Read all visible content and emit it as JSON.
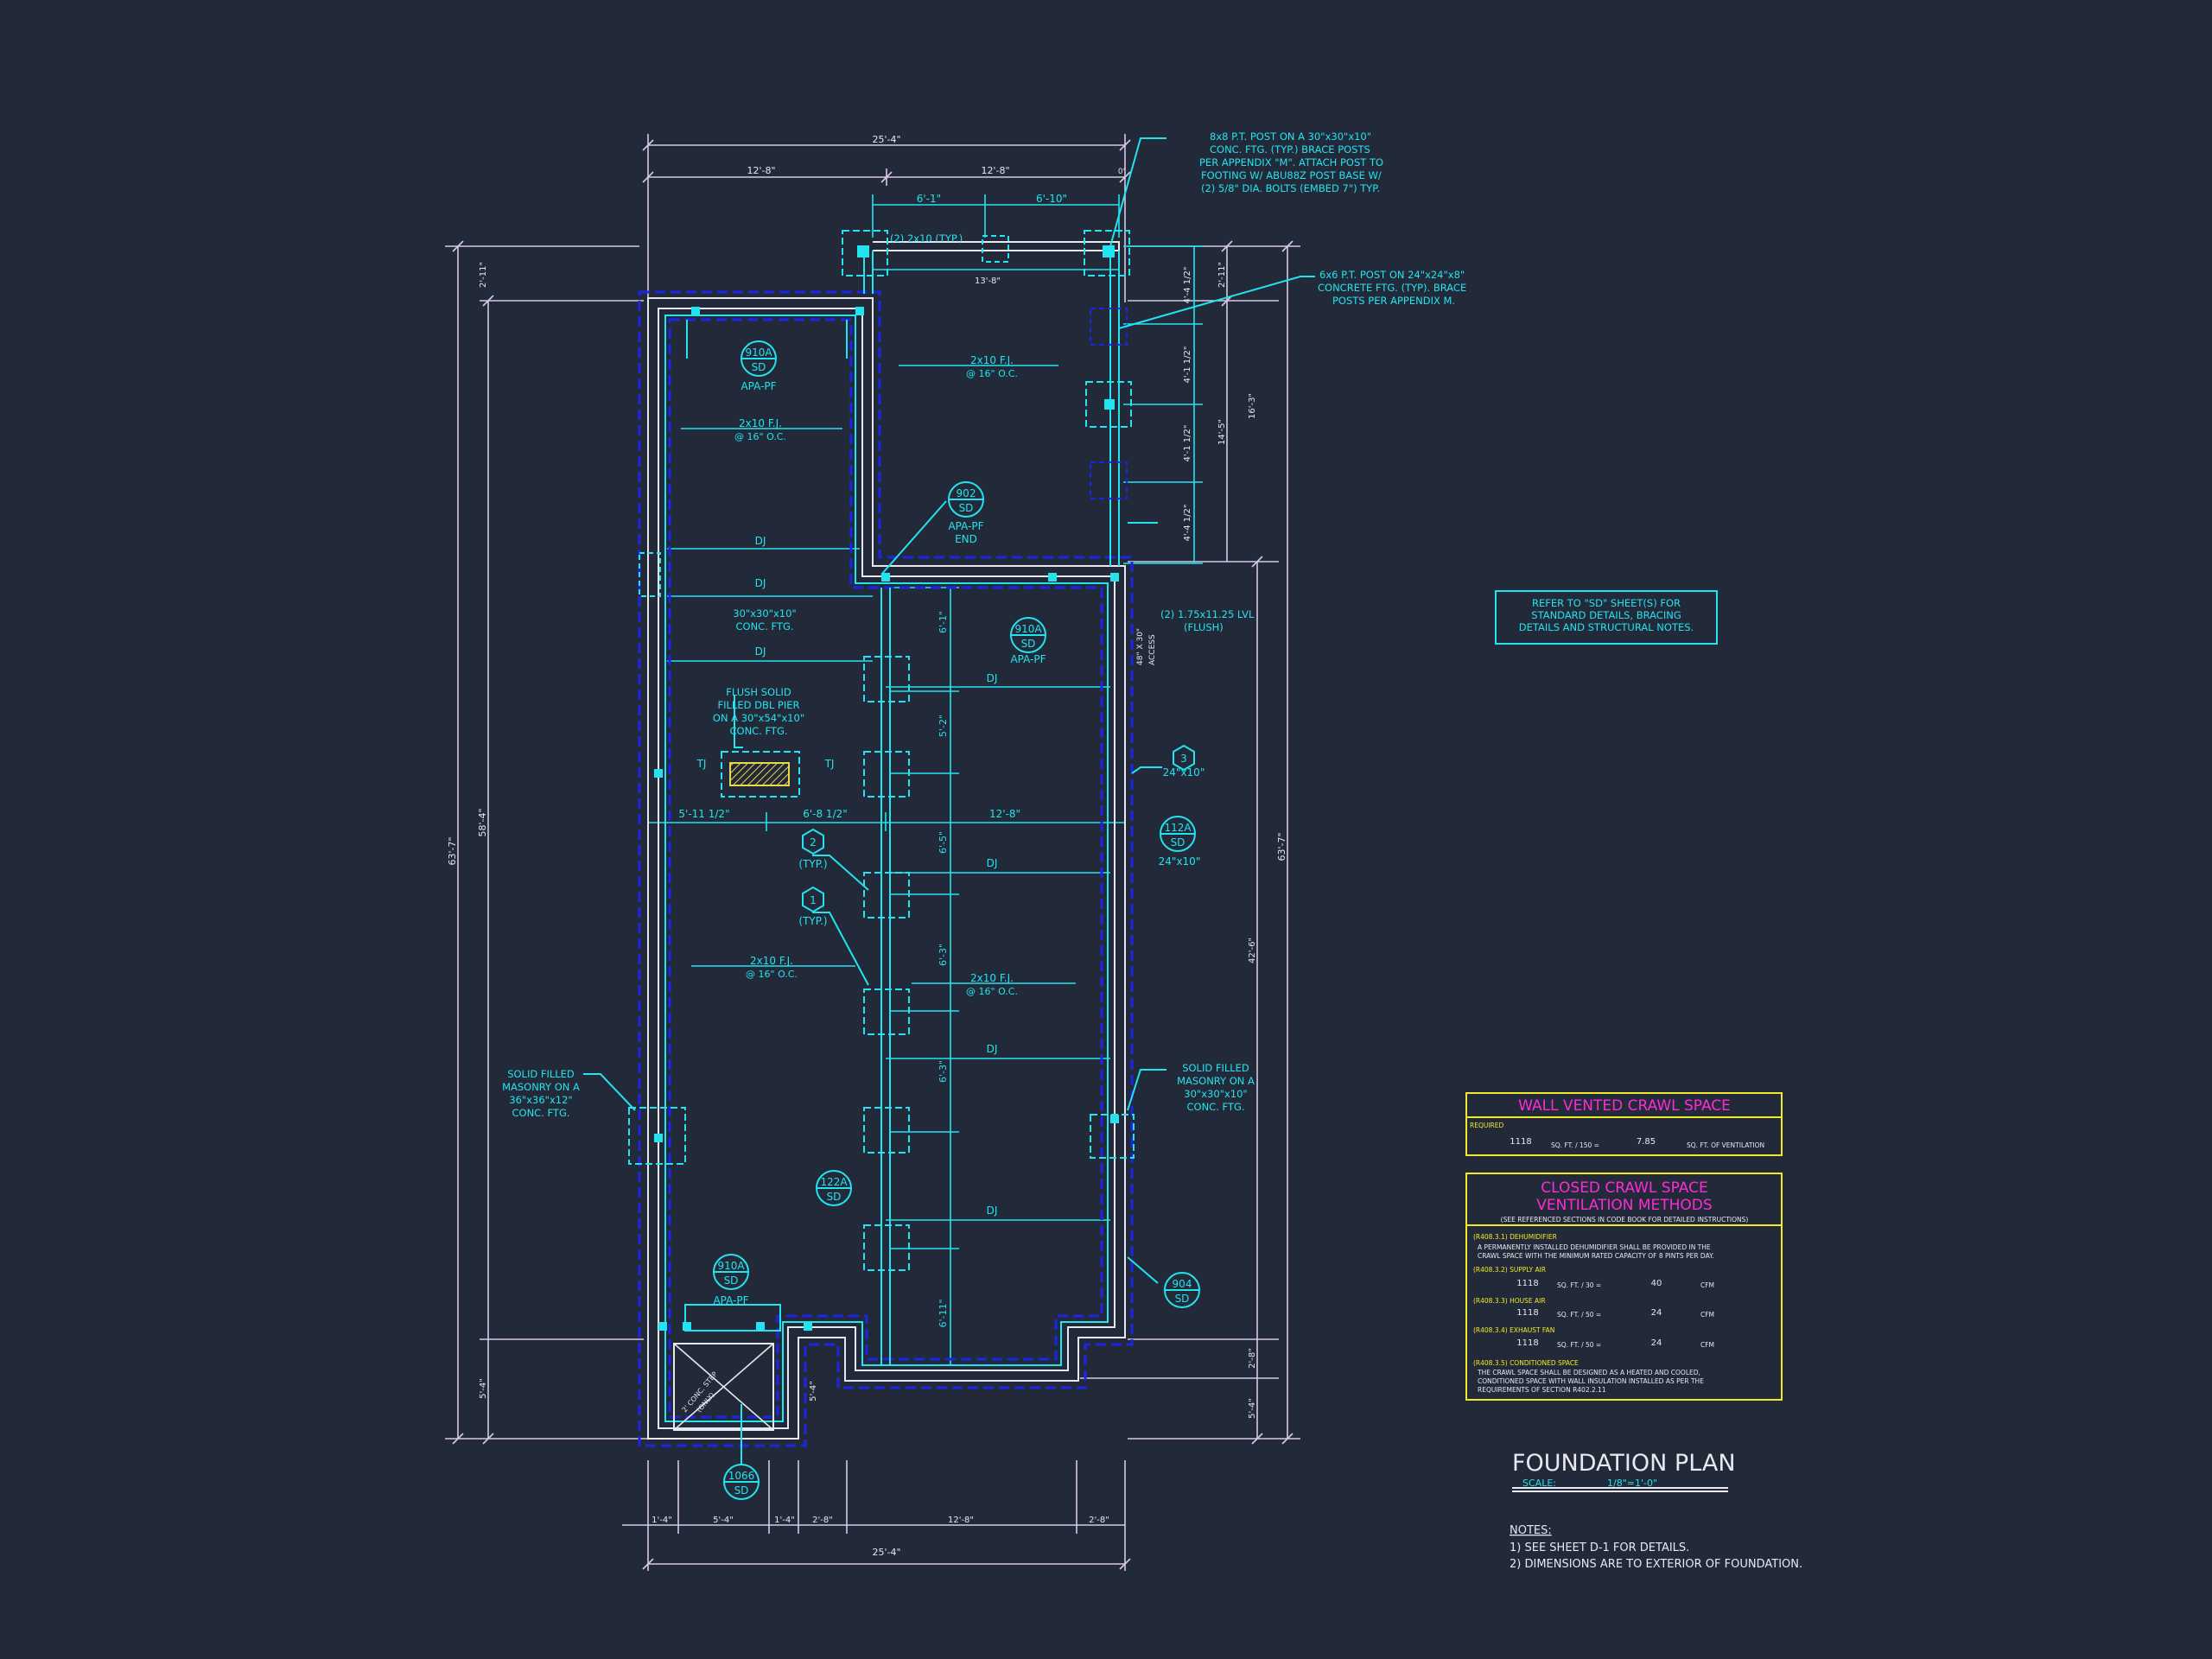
{
  "title_block": {
    "title": "FOUNDATION PLAN",
    "scale_label": "SCALE:",
    "scale_value": "1/8\"=1'-0\"",
    "notes_heading": "NOTES:",
    "notes": [
      "1)  SEE SHEET D-1 FOR DETAILS.",
      "2)  DIMENSIONS ARE TO EXTERIOR OF FOUNDATION."
    ]
  },
  "refer_note": [
    "REFER TO \"SD\" SHEET(S) FOR",
    "STANDARD DETAILS, BRACING",
    "DETAILS AND STRUCTURAL NOTES."
  ],
  "wall_vented": {
    "title": "WALL VENTED CRAWL SPACE",
    "required_label": "REQUIRED",
    "area": "1118",
    "formula": "SQ. FT. / 150 =",
    "vent_area": "7.85",
    "unit": "SQ. FT. OF VENTILATION"
  },
  "closed_crawl": {
    "title_1": "CLOSED CRAWL SPACE",
    "title_2": "VENTILATION METHODS",
    "subtitle": "(SEE REFERENCED SECTIONS IN CODE BOOK FOR DETAILED INSTRUCTIONS)",
    "dehumidifier_label": "(R408.3.1) DEHUMIDIFIER",
    "dehumidifier_text_1": "A PERMANENTLY INSTALLED DEHUMIDIFIER SHALL BE PROVIDED IN THE",
    "dehumidifier_text_2": "CRAWL SPACE WITH THE MINIMUM RATED CAPACITY OF 8 PINTS PER DAY.",
    "supply_label": "(R408.3.2) SUPPLY AIR",
    "supply_area": "1118",
    "supply_formula": "SQ. FT. / 30 =",
    "supply_value": "40",
    "supply_unit": "CFM",
    "house_label": "(R408.3.3) HOUSE AIR",
    "house_area": "1118",
    "house_formula": "SQ. FT. / 50 =",
    "house_value": "24",
    "house_unit": "CFM",
    "exhaust_label": "(R408.3.4) EXHAUST FAN",
    "exhaust_area": "1118",
    "exhaust_formula": "SQ. FT. / 50 =",
    "exhaust_value": "24",
    "exhaust_unit": "CFM",
    "conditioned_label": "(R408.3.5) CONDITIONED SPACE",
    "conditioned_text_1": "THE CRAWL SPACE SHALL BE DESIGNED AS A HEATED AND COOLED,",
    "conditioned_text_2": "CONDITIONED SPACE WITH WALL INSULATION INSTALLED AS PER THE",
    "conditioned_text_3": "REQUIREMENTS OF SECTION R402.2.11"
  },
  "callouts": {
    "post8": [
      "8x8 P.T. POST ON A 30\"x30\"x10\"",
      "CONC. FTG. (TYP.) BRACE POSTS",
      "PER APPENDIX \"M\". ATTACH POST TO",
      "FOOTING W/ ABU88Z POST BASE W/",
      "(2) 5/8\" DIA. BOLTS (EMBED 7\") TYP."
    ],
    "post6": [
      "6x6 P.T. POST ON 24\"x24\"x8\"",
      "CONCRETE FTG. (TYP). BRACE",
      "POSTS PER APPENDIX M."
    ],
    "lvl": [
      "(2) 1.75x11.25 LVL",
      "(FLUSH)"
    ],
    "access": [
      "48\" X 30\"",
      "ACCESS"
    ],
    "pier": [
      "FLUSH SOLID",
      "FILLED DBL PIER",
      "ON A 30\"x54\"x10\"",
      "CONC. FTG."
    ],
    "ftg30": [
      "30\"x30\"x10\"",
      "CONC. FTG."
    ],
    "masonry_left": [
      "SOLID FILLED",
      "MASONRY ON A",
      "36\"x36\"x12\"",
      "CONC. FTG."
    ],
    "masonry_right": [
      "SOLID FILLED",
      "MASONRY ON A",
      "30\"x30\"x10\"",
      "CONC. FTG."
    ],
    "joist_2x10": "(2) 2x10 (TYP.)",
    "fj_a": [
      "2x10 F.J.",
      "@ 16\" O.C."
    ],
    "fj_b": [
      "2x10 F.J.",
      "@ 16\" O.C."
    ],
    "fj_c": [
      "2x10 F.J.",
      "@ 16\" O.C."
    ],
    "fj_d": [
      "2x10 F.J.",
      "@ 16\" O.C."
    ],
    "dj": "DJ",
    "tj": "TJ",
    "apa_pf": "APA-PF",
    "apa_pf_end": [
      "APA-PF",
      "END"
    ],
    "typ": "(TYP.)",
    "size_24x10": "24\"x10\"",
    "stair": [
      "2' CONC. STEP",
      "(ONLY)"
    ]
  },
  "section_marks": [
    {
      "top": "910A",
      "bottom": "SD"
    },
    {
      "top": "902",
      "bottom": "SD"
    },
    {
      "top": "910A",
      "bottom": "SD"
    },
    {
      "top": "112A",
      "bottom": "SD"
    },
    {
      "top": "122A",
      "bottom": "SD"
    },
    {
      "top": "910A",
      "bottom": "SD"
    },
    {
      "top": "904",
      "bottom": "SD"
    },
    {
      "top": "1066",
      "bottom": "SD"
    }
  ],
  "hex_tags": [
    "1",
    "2",
    "3"
  ],
  "dimensions": {
    "top_overall": "25'-4\"",
    "top_left": "12'-8\"",
    "top_right": "12'-8\"",
    "top_end": "0'",
    "deck_a": "6'-1\"",
    "deck_b": "6'-10\"",
    "deck_c": "13'-8\"",
    "bottom_overall": "25'-4\"",
    "bottom_segments": [
      "1'-4\"",
      "5'-4\"",
      "1'-4\"",
      "2'-8\"",
      "12'-8\"",
      "2'-8\""
    ],
    "left_overall": "63'-7\"",
    "left_inner": "58'-4\"",
    "left_top": "2'-11\"",
    "left_bottom": "5'-4\"",
    "right_overall": "63'-7\"",
    "right_top": "2'-11\"",
    "right_mid": "16'-3\"",
    "right_lower": "42'-6\"",
    "right_b1": "2'-8\"",
    "right_b2": "5'-4\"",
    "post_spacing": [
      "4'-4 1/2\"",
      "4'-1 1/2\"",
      "4'-1 1/2\"",
      "4'-4 1/2\"",
      "14'-5\""
    ],
    "beam_spacing": [
      "6'-1\"",
      "5'-2\"",
      "6'-5\"",
      "6'-3\"",
      "6'-3\"",
      "6'-11\""
    ],
    "cross_a": "5'-11 1/2\"",
    "cross_b": "6'-8 1/2\"",
    "cross_c": "12'-8\"",
    "stair_dim": "5'-4\""
  },
  "colors": {
    "background": "#222a3a",
    "cyan": "#22e3ee",
    "blue": "#1c25e6",
    "white": "#e8e8ee",
    "magenta": "#ff2ad4",
    "yellow": "#f0ea2a",
    "dimension": "#d6c8e6"
  }
}
